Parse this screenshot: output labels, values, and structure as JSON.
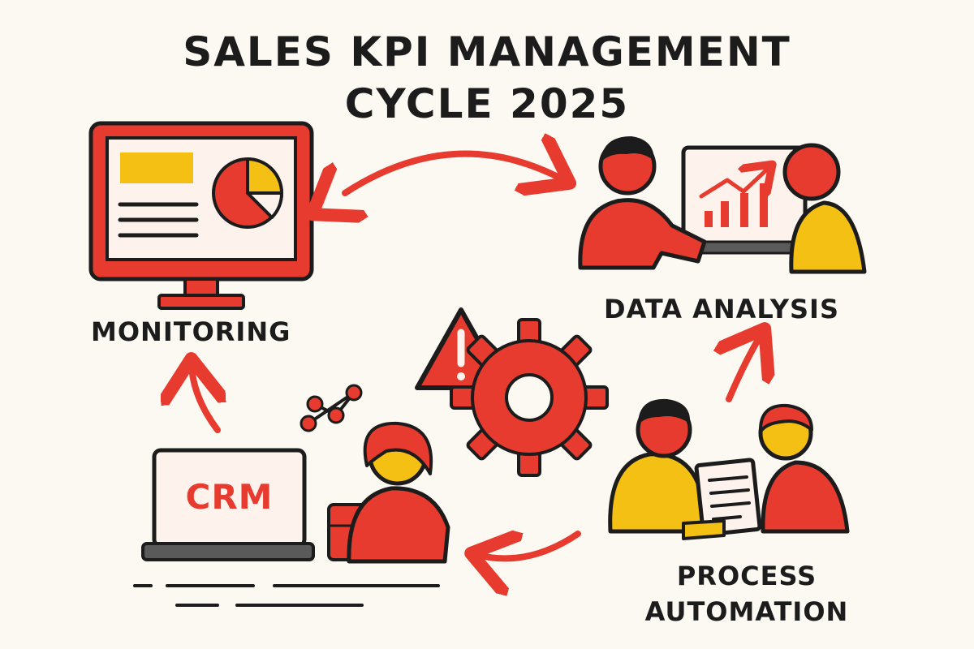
{
  "title": {
    "line1": "SALES KPI MANAGEMENT",
    "line2": "CYCLE 2025"
  },
  "stages": {
    "monitoring": "MONITORING",
    "data_analysis": "DATA ANALYSIS",
    "process_automation": {
      "line1": "PROCESS",
      "line2": "AUTOMATION"
    },
    "crm": "CRM"
  },
  "icons": [
    "monitor-dashboard-icon",
    "pie-chart-icon",
    "team-analysis-icon",
    "bar-chart-icon",
    "warning-icon",
    "gear-icon",
    "node-graph-icon",
    "laptop-icon",
    "person-icon",
    "document-icon"
  ],
  "colors": {
    "accent": "#e63b2e",
    "secondary": "#f5c014",
    "ink": "#1c1c1c",
    "background": "#fcf8f2"
  }
}
